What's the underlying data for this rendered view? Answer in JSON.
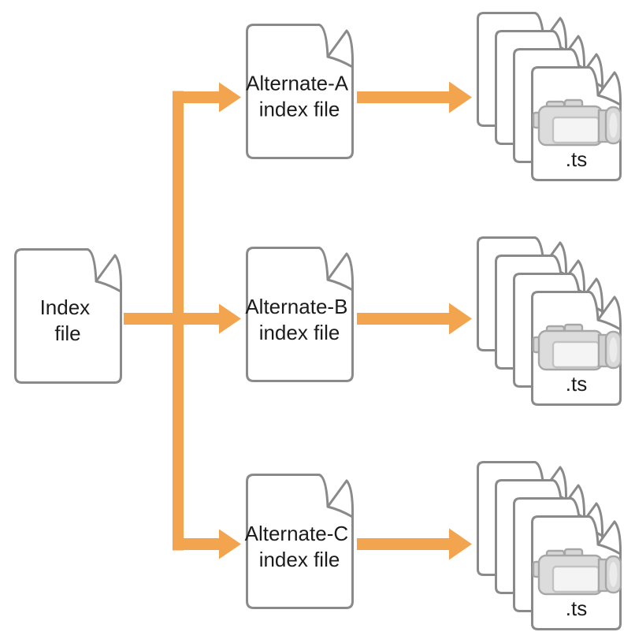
{
  "colors": {
    "arrow": "#F2A54E",
    "outline": "#8A8A8A",
    "text": "#1C1C1C"
  },
  "nodes": {
    "index_file": {
      "lines": [
        "Index",
        "file"
      ]
    },
    "alternates": [
      {
        "lines": [
          "Alternate-A",
          "index file"
        ]
      },
      {
        "lines": [
          "Alternate-B",
          "index file"
        ]
      },
      {
        "lines": [
          "Alternate-C",
          "index file"
        ]
      }
    ],
    "segment_stacks": [
      {
        "label": ".ts",
        "file_count": 4,
        "icon": "video-camera-icon"
      },
      {
        "label": ".ts",
        "file_count": 4,
        "icon": "video-camera-icon"
      },
      {
        "label": ".ts",
        "file_count": 4,
        "icon": "video-camera-icon"
      }
    ]
  }
}
